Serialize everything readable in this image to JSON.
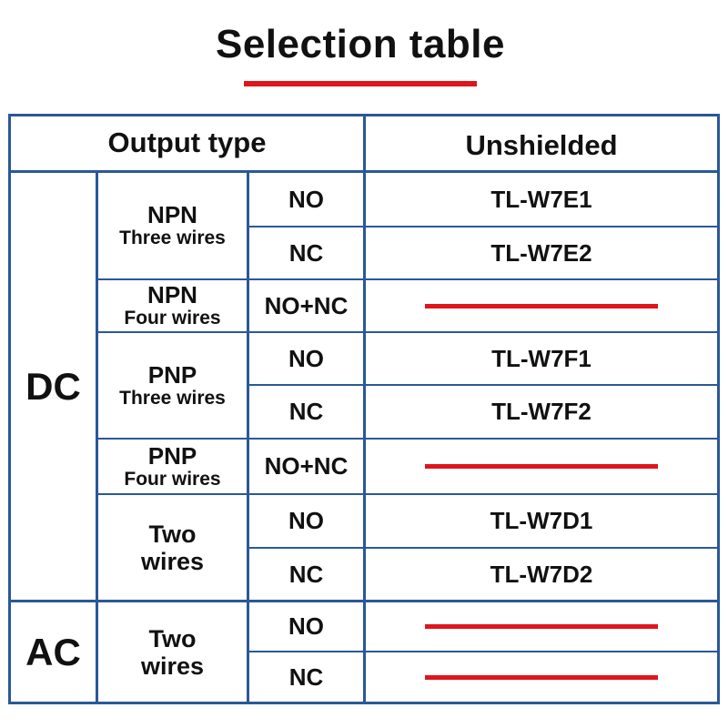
{
  "title": "Selection table",
  "header": {
    "output_type": "Output type",
    "unshielded": "Unshielded"
  },
  "groups": {
    "dc": "DC",
    "ac": "AC"
  },
  "wire_types": {
    "npn3_main": "NPN",
    "npn3_sub": "Three wires",
    "npn4_main": "NPN",
    "npn4_sub": "Four wires",
    "pnp3_main": "PNP",
    "pnp3_sub": "Three wires",
    "pnp4_main": "PNP",
    "pnp4_sub": "Four wires",
    "dc2_line1": "Two",
    "dc2_line2": "wires",
    "ac2_line1": "Two",
    "ac2_line2": "wires"
  },
  "rows": [
    {
      "output": "NO",
      "model": "TL-W7E1",
      "available": true
    },
    {
      "output": "NC",
      "model": "TL-W7E2",
      "available": true
    },
    {
      "output": "NO+NC",
      "model": "",
      "available": false
    },
    {
      "output": "NO",
      "model": "TL-W7F1",
      "available": true
    },
    {
      "output": "NC",
      "model": "TL-W7F2",
      "available": true
    },
    {
      "output": "NO+NC",
      "model": "",
      "available": false
    },
    {
      "output": "NO",
      "model": "TL-W7D1",
      "available": true
    },
    {
      "output": "NC",
      "model": "TL-W7D2",
      "available": true
    },
    {
      "output": "NO",
      "model": "",
      "available": false
    },
    {
      "output": "NC",
      "model": "",
      "available": false
    }
  ],
  "colors": {
    "border": "#2a5898",
    "accent": "#e0141b",
    "text": "#111111"
  }
}
